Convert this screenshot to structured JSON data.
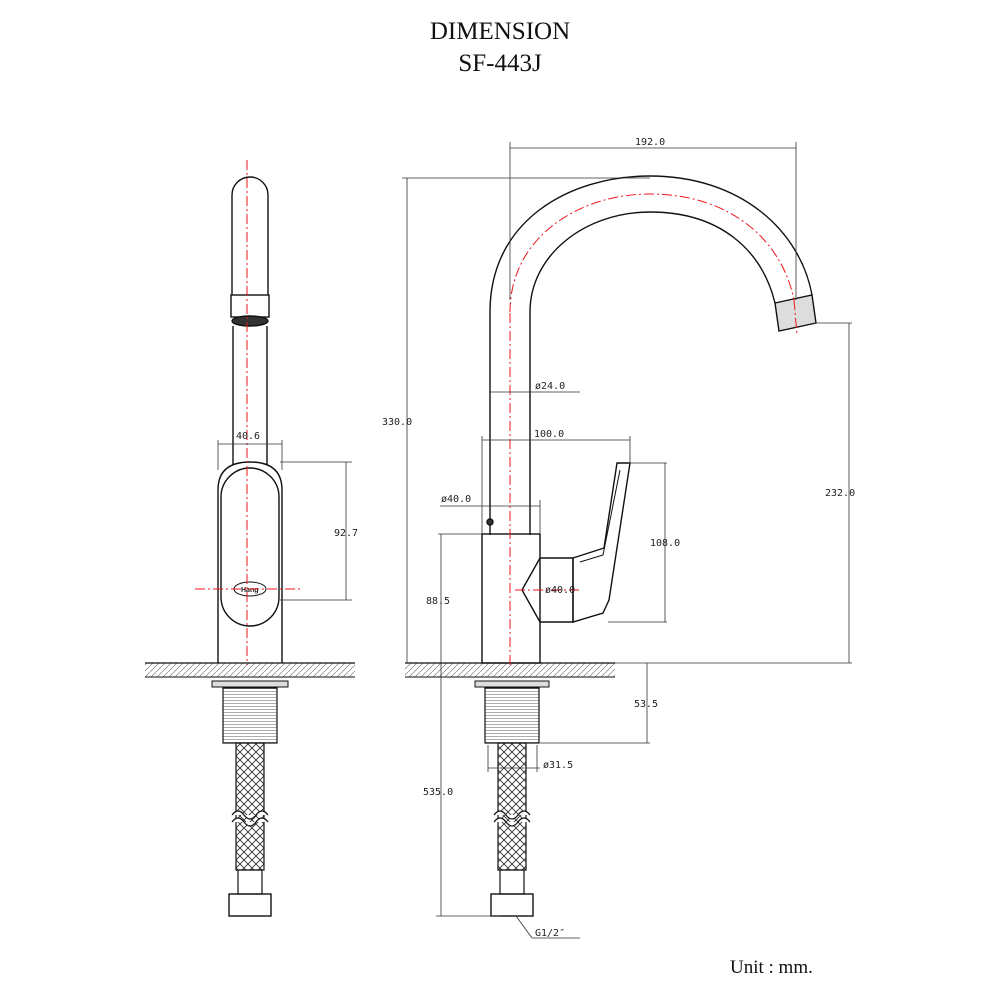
{
  "title": "DIMENSION",
  "model": "SF-443J",
  "unit": "Unit : mm.",
  "brand_text": "Hang",
  "dimensions": {
    "width_40_6": "40.6",
    "height_92_7": "92.7",
    "spout_reach": "192.0",
    "total_height": "330.0",
    "spout_dia": "ø24.0",
    "handle_reach": "100.0",
    "body_dia_top": "ø40.0",
    "handle_height": "108.0",
    "body_dia_side": "ø40.0",
    "body_height": "88.5",
    "spout_height": "232.0",
    "shank_length": "53.5",
    "shank_dia": "ø31.5",
    "hose_length": "535.0",
    "thread": "G1/2″"
  },
  "colors": {
    "line": "#111111",
    "centerline": "#e8161b",
    "dim_line": "#333333"
  }
}
